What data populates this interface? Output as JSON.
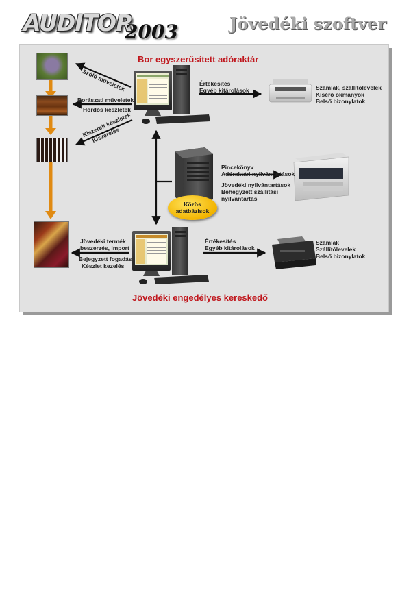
{
  "header": {
    "logo_text": "AUDITOR",
    "logo_year": "2003",
    "title": "Jövedéki szoftver"
  },
  "diagram": {
    "top_title": "Bor egyszerűsített adóraktár",
    "bottom_title": "Jövedéki engedélyes kereskedő",
    "left_labels": {
      "grape_ops": "Szőlő műveletek",
      "winery_ops": "Borászati műveletek",
      "barrel_stock": "Hordós készletek",
      "bottled_stock": "Kiszerelt készletek",
      "bottling": "Kiszerelés",
      "excise_goods_1": "Jövedéki termék",
      "excise_goods_2": "beszerzés, import",
      "receipt": "Bejegyzett fogadás",
      "stock_mgmt": "Készlet kezelés"
    },
    "top_right": {
      "sales_1": "Értékesítés",
      "sales_2": "Egyéb kitárolások",
      "docs_1": "Számlák, szállítólevelek",
      "docs_2": "Kísérő okmányok",
      "docs_3": "Belső bizonylatok"
    },
    "middle": {
      "cellar_book": "Pincekönyv",
      "warehouse_records": "Adóraktári nyilvántartások",
      "excise_records": "Jövedéki nyilvántartások",
      "registered_1": "Behegyzett szállítási",
      "registered_2": "nyilvántartás",
      "shared_db_1": "Közös",
      "shared_db_2": "adatbázisok"
    },
    "bottom_right": {
      "sales_1": "Értékesítés",
      "sales_2": "Egyéb kitárolások",
      "docs_1": "Számlák",
      "docs_2": "Szállítólevelek",
      "docs_3": "Belső bizonylatok"
    }
  }
}
